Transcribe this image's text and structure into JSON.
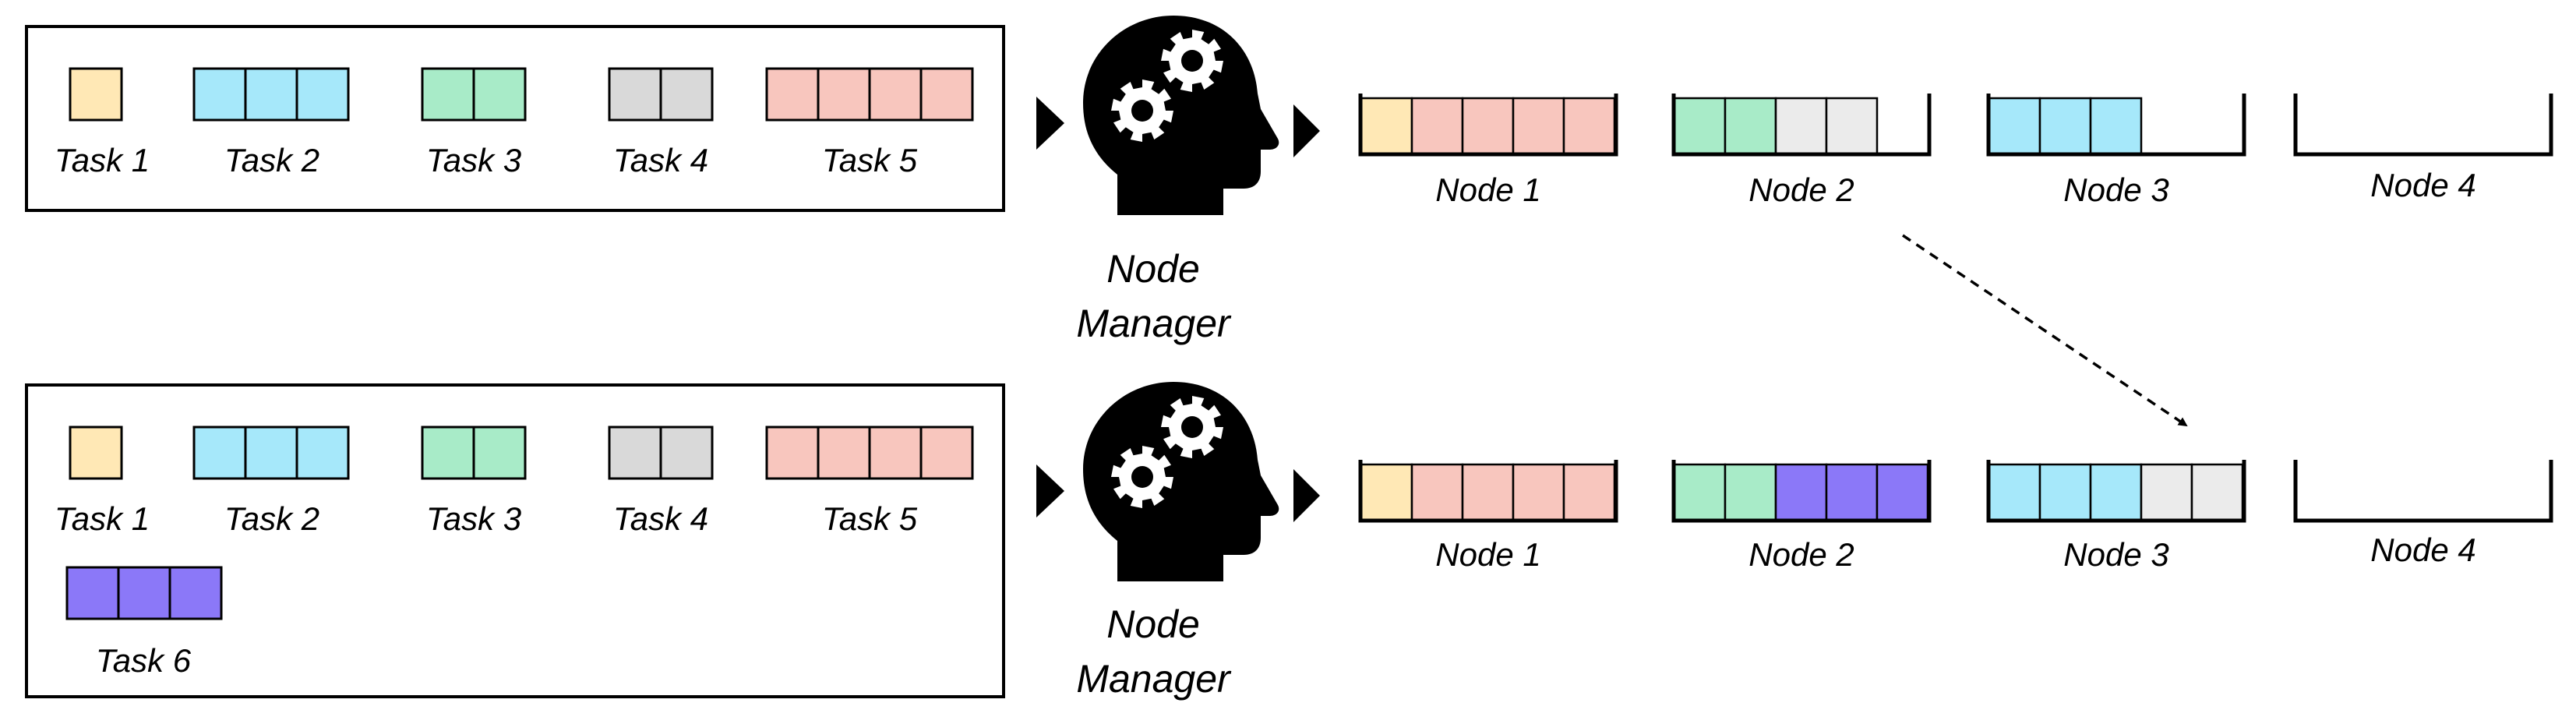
{
  "colors": {
    "task1": "#FFE8B5",
    "task2": "#A6E8FA",
    "task3": "#A8EBC8",
    "task4": "#D9D9D9",
    "task5": "#F8C6BE",
    "task6": "#8B78F8",
    "free_slot": "#EBEBEB",
    "stroke": "#000000"
  },
  "manager": {
    "label_line1": "Node",
    "label_line2": "Manager",
    "icon": "head-with-gears-icon"
  },
  "top": {
    "tasks": [
      {
        "label": "Task 1",
        "size": 1,
        "color_key": "task1"
      },
      {
        "label": "Task 2",
        "size": 3,
        "color_key": "task2"
      },
      {
        "label": "Task 3",
        "size": 2,
        "color_key": "task3"
      },
      {
        "label": "Task 4",
        "size": 2,
        "color_key": "task4"
      },
      {
        "label": "Task 5",
        "size": 4,
        "color_key": "task5"
      }
    ],
    "nodes": [
      {
        "label": "Node 1",
        "slots": [
          "task1",
          "task5",
          "task5",
          "task5",
          "task5"
        ]
      },
      {
        "label": "Node 2",
        "slots": [
          "task3",
          "task3",
          "free_slot",
          "free_slot"
        ]
      },
      {
        "label": "Node 3",
        "slots": [
          "task2",
          "task2",
          "task2"
        ]
      },
      {
        "label": "Node 4",
        "slots": []
      }
    ]
  },
  "bottom": {
    "tasks": [
      {
        "label": "Task 1",
        "size": 1,
        "color_key": "task1"
      },
      {
        "label": "Task 2",
        "size": 3,
        "color_key": "task2"
      },
      {
        "label": "Task 3",
        "size": 2,
        "color_key": "task3"
      },
      {
        "label": "Task 4",
        "size": 2,
        "color_key": "task4"
      },
      {
        "label": "Task 5",
        "size": 4,
        "color_key": "task5"
      },
      {
        "label": "Task 6",
        "size": 3,
        "color_key": "task6"
      }
    ],
    "nodes": [
      {
        "label": "Node 1",
        "slots": [
          "task1",
          "task5",
          "task5",
          "task5",
          "task5"
        ]
      },
      {
        "label": "Node 2",
        "slots": [
          "task3",
          "task3",
          "task6",
          "task6",
          "task6"
        ]
      },
      {
        "label": "Node 3",
        "slots": [
          "task2",
          "task2",
          "task2",
          "free_slot",
          "free_slot"
        ]
      },
      {
        "label": "Node 4",
        "slots": []
      }
    ]
  },
  "migration_arrow": {
    "from": "top.Node 2",
    "to": "bottom.Node 3",
    "style": "dashed"
  }
}
